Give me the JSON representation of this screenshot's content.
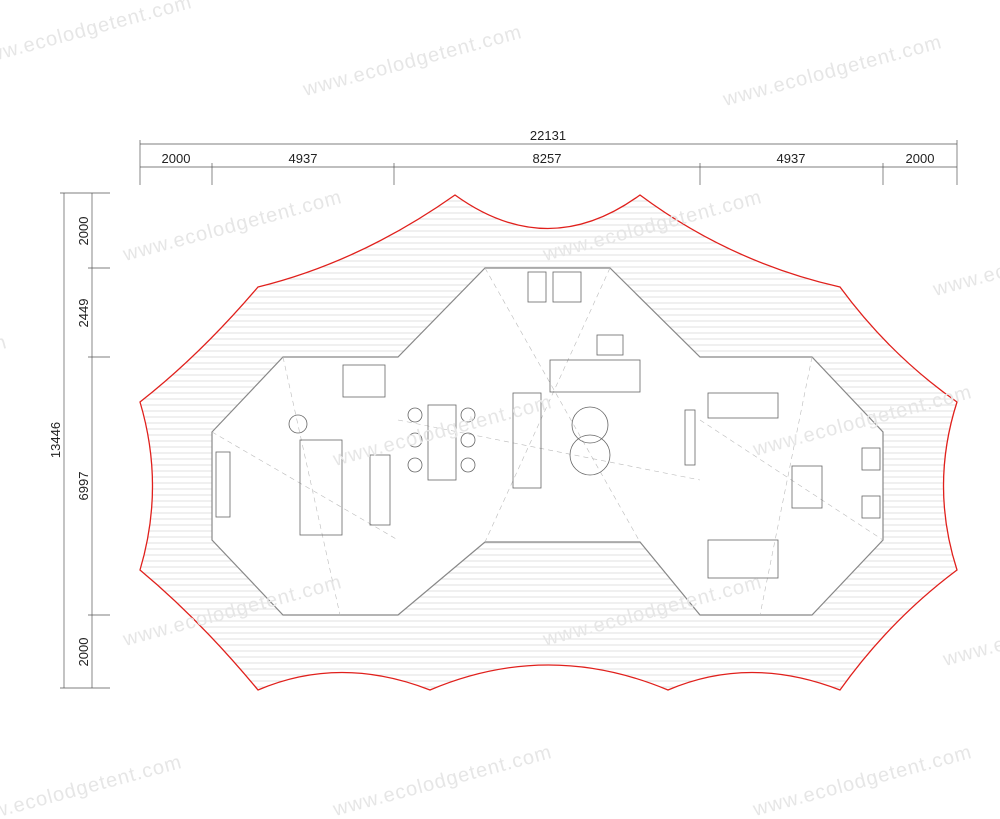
{
  "watermark": "www.ecolodgetent.com",
  "dimensions": {
    "horizontal_total": "22131",
    "horizontal_segments": [
      "2000",
      "4937",
      "8257",
      "4937",
      "2000"
    ],
    "vertical_total": "13446",
    "vertical_segments": [
      "2000",
      "2449",
      "6997",
      "2000"
    ]
  },
  "colors": {
    "canopy": "#e0201c",
    "walls": "#8a8a8a",
    "dims": "#555555"
  }
}
